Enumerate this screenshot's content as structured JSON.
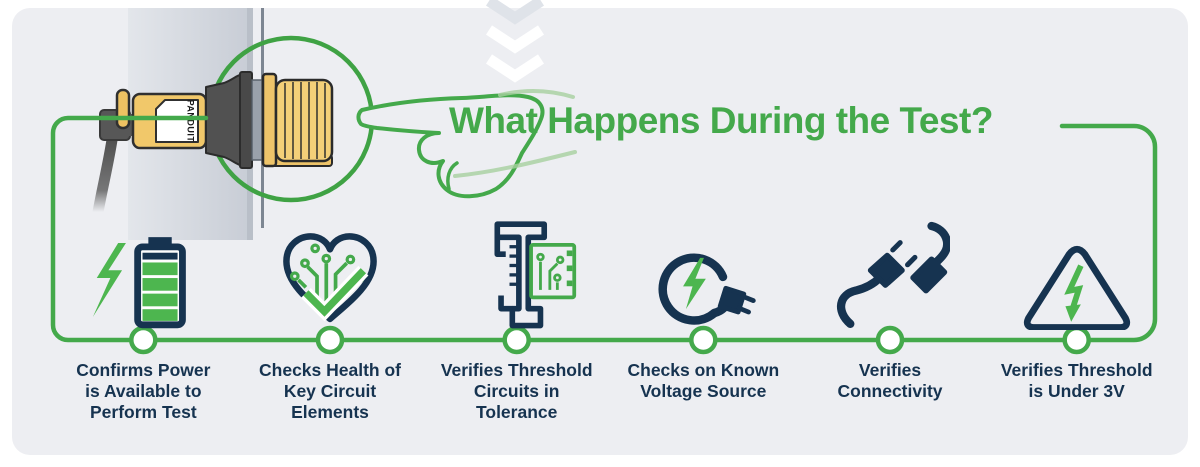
{
  "title": "What Happens During the Test?",
  "device": {
    "brand": "PANDUIT"
  },
  "steps": [
    {
      "icon": "battery-power-icon",
      "label": "Confirms Power\nis Available to\nPerform Test"
    },
    {
      "icon": "heart-circuit-icon",
      "label": "Checks Health of\nKey Circuit\nElements"
    },
    {
      "icon": "caliper-circuit-icon",
      "label": "Verifies Threshold\nCircuits in\nTolerance"
    },
    {
      "icon": "voltage-coil-plug-icon",
      "label": "Checks on Known\nVoltage Source"
    },
    {
      "icon": "plugs-connecting-icon",
      "label": "Verifies\nConnectivity"
    },
    {
      "icon": "high-voltage-triangle-icon",
      "label": "Verifies Threshold\nis Under 3V"
    }
  ],
  "colors": {
    "accent_green": "#44a94b",
    "navy": "#163350",
    "card_background": "#edeef2",
    "device_yellow": "#f2cb70"
  }
}
